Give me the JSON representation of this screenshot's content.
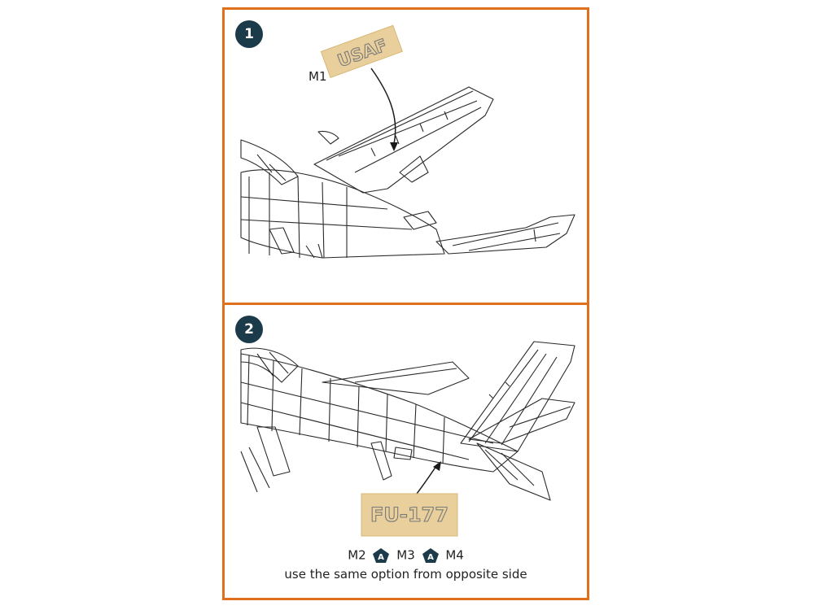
{
  "steps": [
    {
      "number": "1",
      "decal_text": "USAF",
      "marking_label": "M1"
    },
    {
      "number": "2",
      "decal_text": "FU-177",
      "options": {
        "m2": "M2",
        "a1": "A",
        "m3": "M3",
        "a2": "A",
        "m4": "M4"
      },
      "note": "use the same option from opposite side"
    }
  ],
  "colors": {
    "border": "#e0701c",
    "badge": "#1b3b4b",
    "decal": "#e8cf9c",
    "line": "#2a2a2a"
  },
  "icons": [
    "step-number-badge",
    "option-pentagon-icon",
    "pointer-arrow-icon"
  ]
}
